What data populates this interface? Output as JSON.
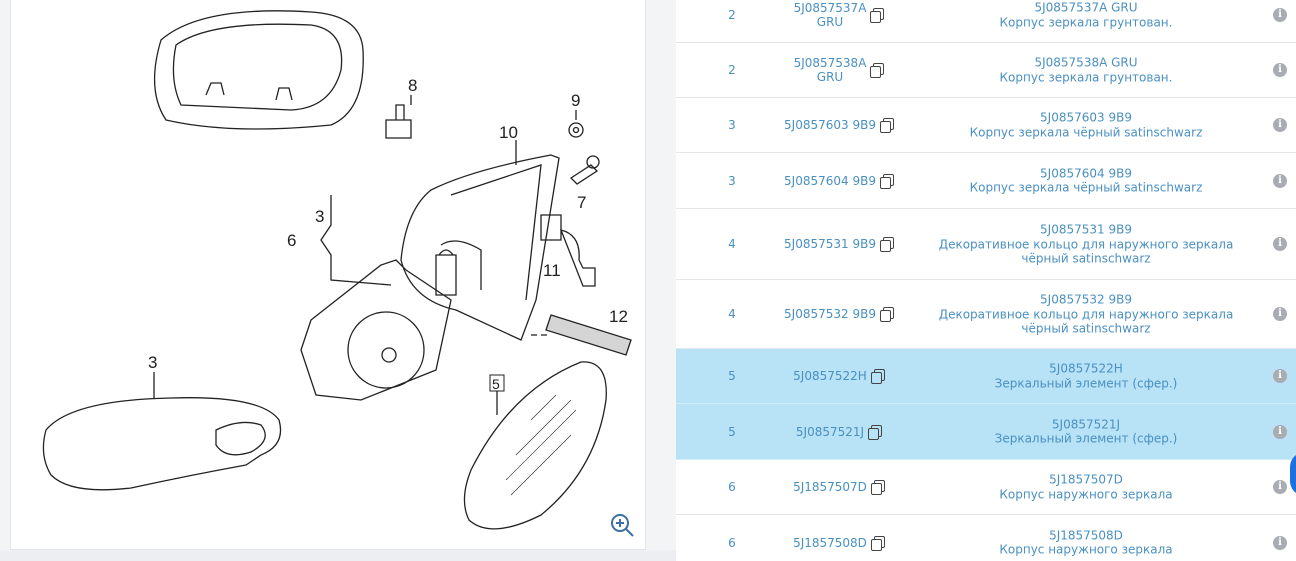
{
  "diagram": {
    "callouts": [
      "8",
      "9",
      "10",
      "7",
      "3",
      "6",
      "11",
      "12",
      "3",
      "5"
    ],
    "zoom_icon": "zoom-in-icon"
  },
  "parts": [
    {
      "pos": "2",
      "number": "5J0857537A GRU",
      "number_lines": [
        "5J0857537A",
        "GRU"
      ],
      "code": "5J0857537A GRU",
      "desc": "Корпус зеркала грунтован.",
      "selected": false
    },
    {
      "pos": "2",
      "number": "5J0857538A GRU",
      "number_lines": [
        "5J0857538A",
        "GRU"
      ],
      "code": "5J0857538A GRU",
      "desc": "Корпус зеркала грунтован.",
      "selected": false
    },
    {
      "pos": "3",
      "number": "5J0857603 9B9",
      "code": "5J0857603 9B9",
      "desc": "Корпус зеркала чёрный satinschwarz",
      "selected": false
    },
    {
      "pos": "3",
      "number": "5J0857604 9B9",
      "code": "5J0857604 9B9",
      "desc": "Корпус зеркала чёрный satinschwarz",
      "selected": false
    },
    {
      "pos": "4",
      "number": "5J0857531 9B9",
      "code": "5J0857531 9B9",
      "desc": "Декоративное кольцо для наружного зеркала чёрный satinschwarz",
      "selected": false
    },
    {
      "pos": "4",
      "number": "5J0857532 9B9",
      "code": "5J0857532 9B9",
      "desc": "Декоративное кольцо для наружного зеркала чёрный satinschwarz",
      "selected": false
    },
    {
      "pos": "5",
      "number": "5J0857522H",
      "code": "5J0857522H",
      "desc": "Зеркальный элемент (сфер.)",
      "selected": true
    },
    {
      "pos": "5",
      "number": "5J0857521J",
      "code": "5J0857521J",
      "desc": "Зеркальный элемент (сфер.)",
      "selected": true
    },
    {
      "pos": "6",
      "number": "5J1857507D",
      "code": "5J1857507D",
      "desc": "Корпус наружного зеркала",
      "selected": false
    },
    {
      "pos": "6",
      "number": "5J1857508D",
      "code": "5J1857508D",
      "desc": "Корпус наружного зеркала",
      "selected": false
    }
  ],
  "colors": {
    "link": "#4a90c2",
    "selected": "#b8e2f6",
    "info": "#a9acb2"
  }
}
